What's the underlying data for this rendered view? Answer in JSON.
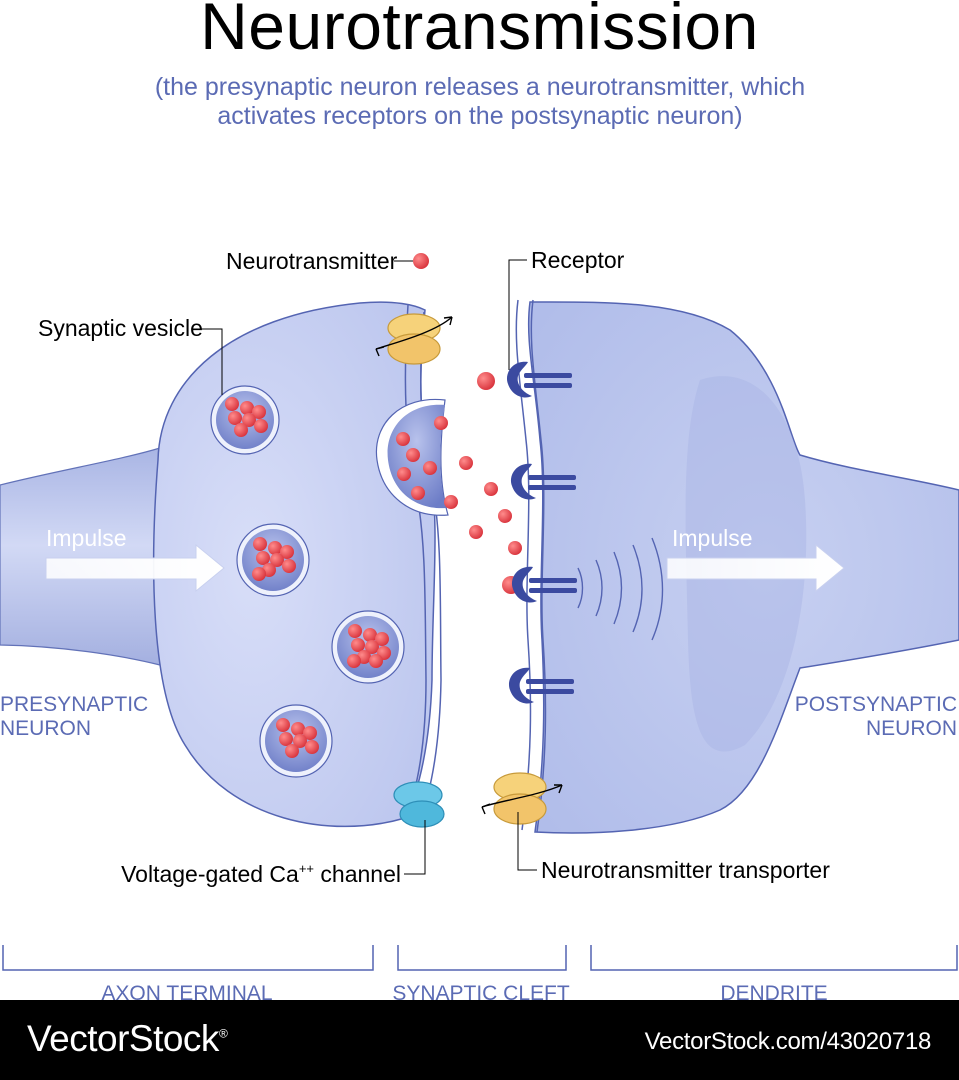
{
  "title": "Neurotransmission",
  "subtitle_line1": "(the presynaptic neuron releases a neurotransmitter, which",
  "subtitle_line2": "activates receptors on the postsynaptic neuron)",
  "labels": {
    "neurotransmitter": "Neurotransmitter",
    "receptor": "Receptor",
    "synaptic_vesicle": "Synaptic vesicle",
    "impulse_left": "Impulse",
    "impulse_right": "Impulse",
    "presynaptic_line1": "PRESYNAPTIC",
    "presynaptic_line2": "NEURON",
    "postsynaptic_line1": "POSTSYNAPTIC",
    "postsynaptic_line2": "NEURON",
    "ca_channel_prefix": "Voltage-gated Ca",
    "ca_channel_superscript": "++",
    "ca_channel_suffix": " channel",
    "transporter": "Neurotransmitter transporter"
  },
  "sections": {
    "axon_terminal": "AXON TERMINAL",
    "synaptic_cleft": "SYNAPTIC CLEFT",
    "dendrite": "DENDRITE"
  },
  "footer": {
    "brand": "VectorStock",
    "brand_mark": "®",
    "url": "VectorStock.com/43020718"
  },
  "colors": {
    "neuron_fill": "#cdd6f4",
    "neuron_stroke": "#5464b2",
    "label_blue": "#5b6bb4",
    "receptor": "#3b4aa0",
    "neurotransmitter": "#e8464e",
    "transporter": "#f2c46a",
    "ca_channel": "#4fb8dc"
  }
}
